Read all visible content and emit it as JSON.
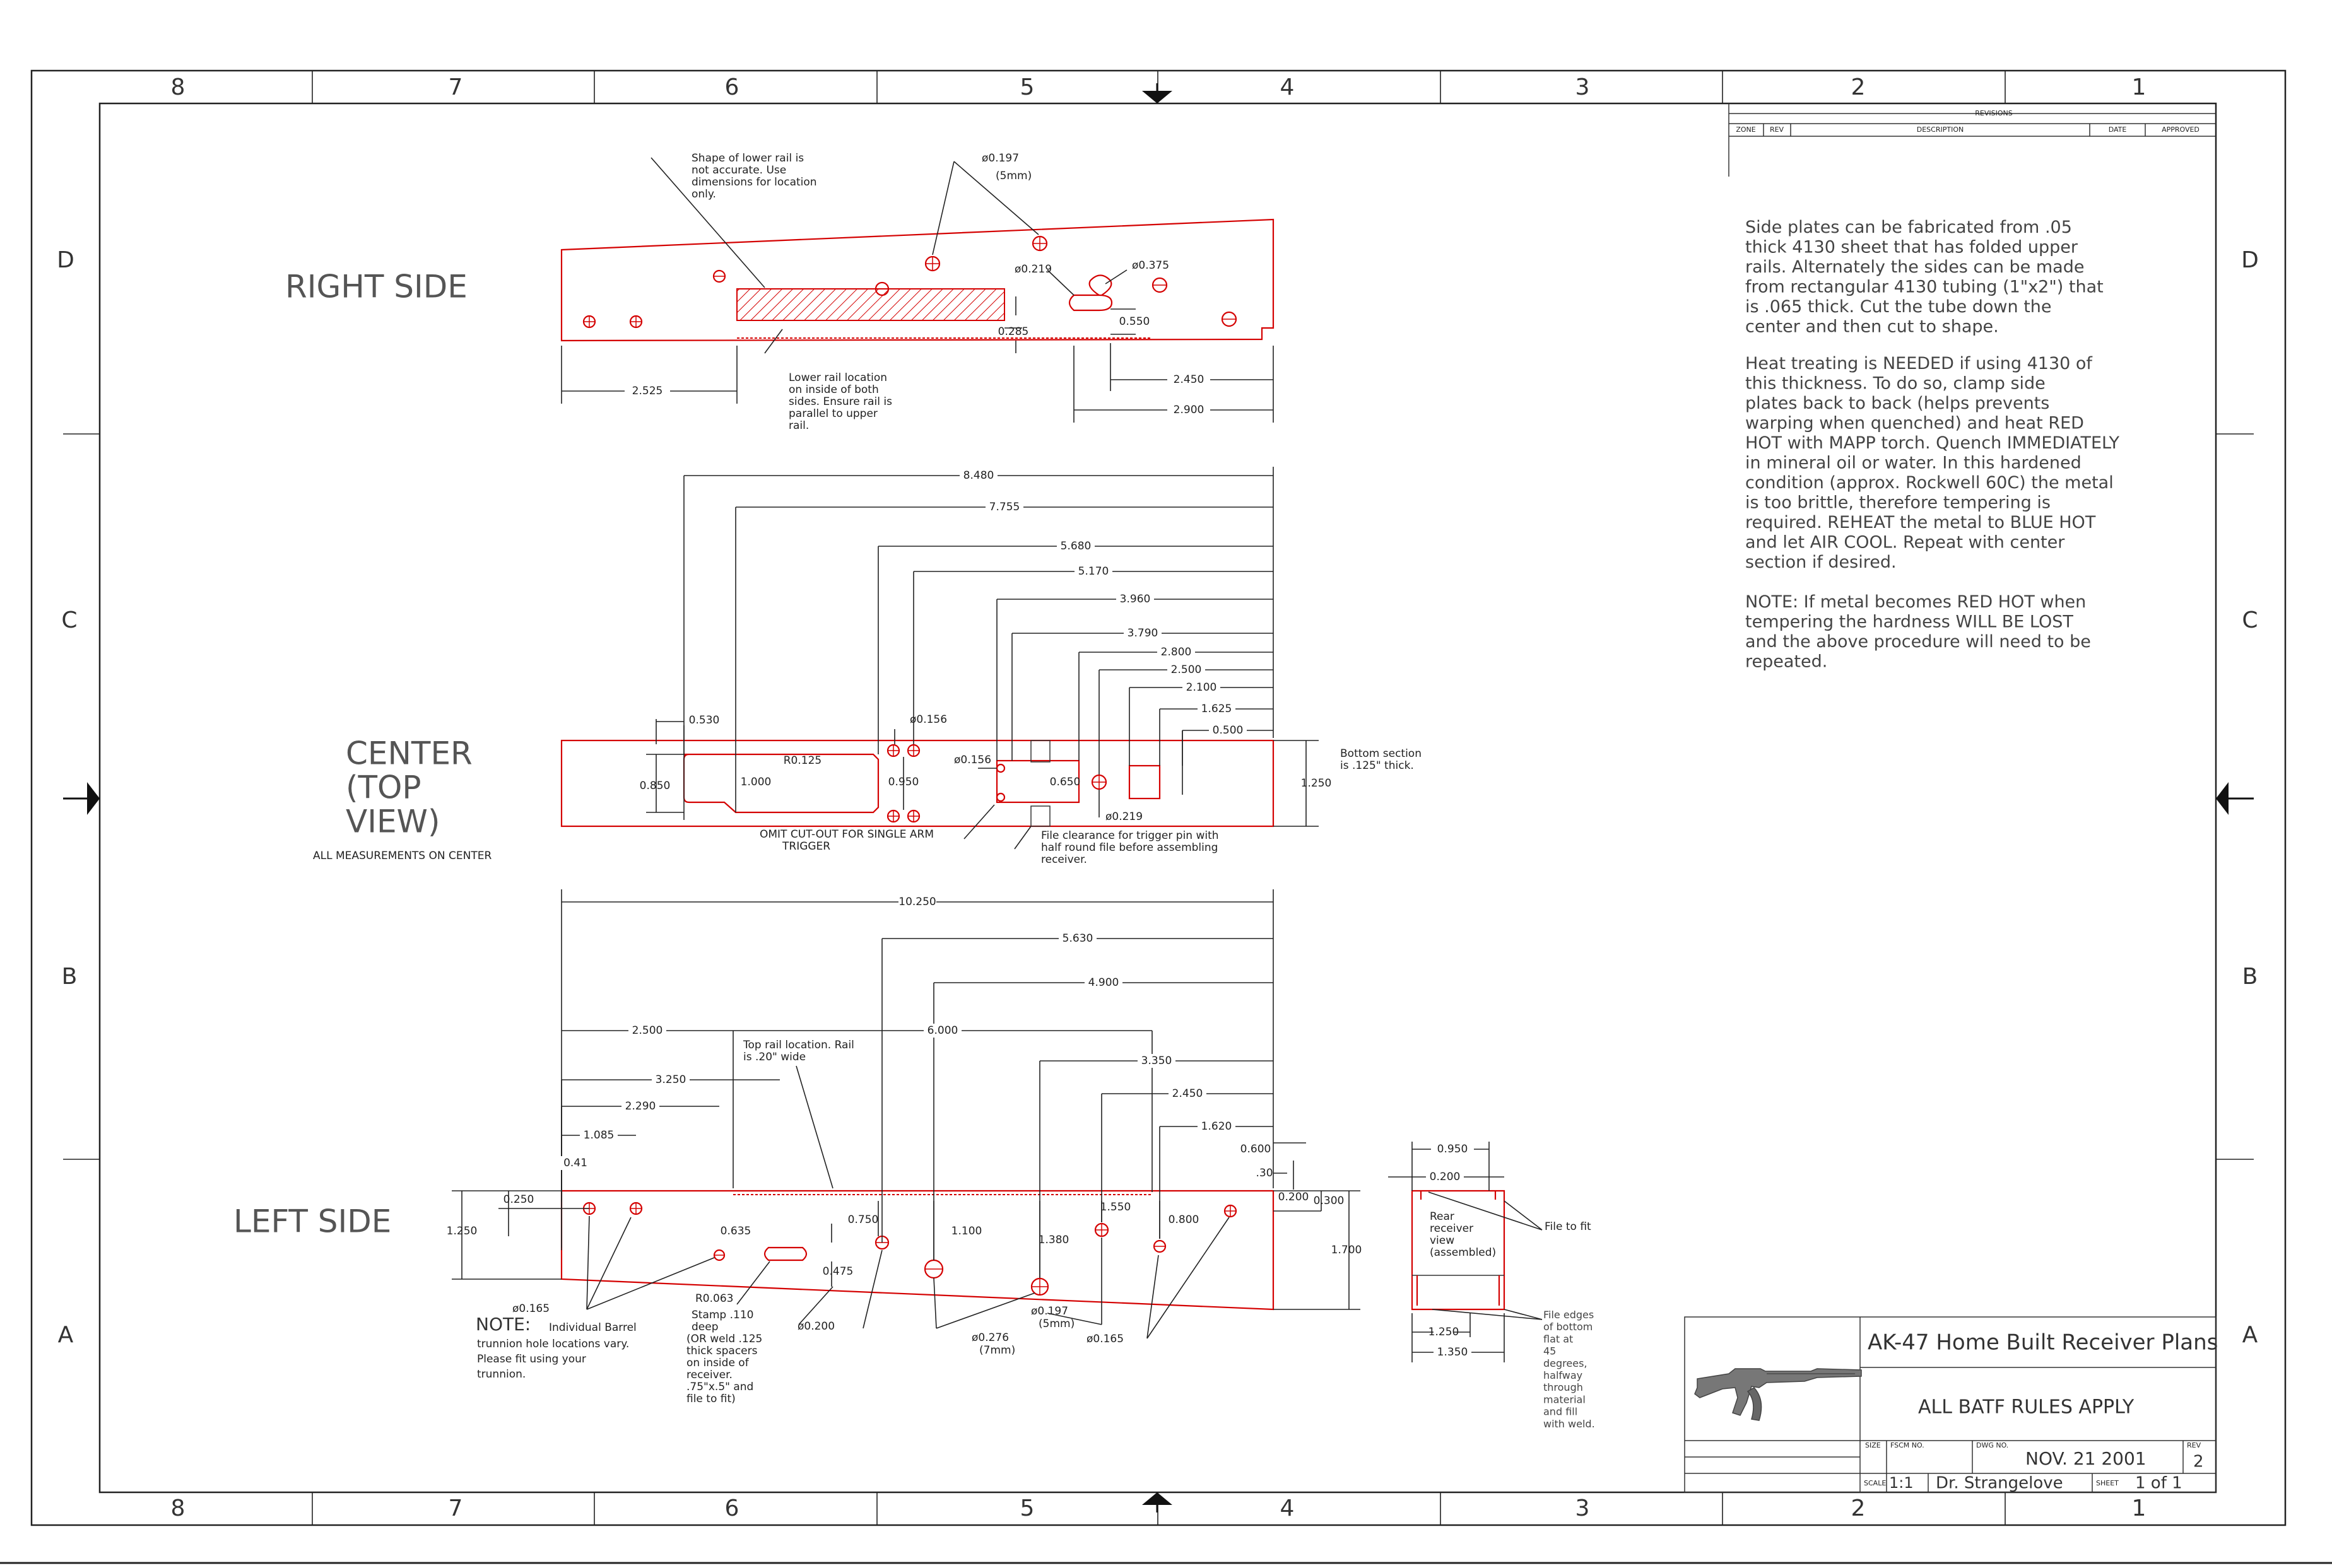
{
  "zones": {
    "columns": [
      "8",
      "7",
      "6",
      "5",
      "4",
      "3",
      "2",
      "1"
    ],
    "rows": [
      "D",
      "C",
      "B",
      "A"
    ]
  },
  "views": {
    "right_side": "RIGHT SIDE",
    "center_l1": "CENTER",
    "center_l2": "(TOP",
    "center_l3": "VIEW)",
    "center_note": "ALL MEASUREMENTS ON CENTER",
    "left_side": "LEFT SIDE"
  },
  "right_side": {
    "callout_shape": [
      "Shape of lower rail is",
      "not accurate. Use",
      "dimensions for location",
      "only."
    ],
    "hole_dia": "ø0.197",
    "hole_mm": "(5mm)",
    "dia_219": "ø0.219",
    "dia_375": "ø0.375",
    "dim_550": "0.550",
    "dim_285": "0.285",
    "callout_rail": [
      "Lower rail location",
      "on inside of both",
      "sides. Ensure rail is",
      "parallel to upper",
      "rail."
    ],
    "dim_2525": "2.525",
    "dim_2450": "2.450",
    "dim_2900": "2.900"
  },
  "center": {
    "dims": [
      "8.480",
      "7.755",
      "5.680",
      "5.170",
      "3.960",
      "3.790",
      "2.800",
      "2.500",
      "2.100",
      "1.625",
      "0.500",
      "0.530"
    ],
    "dia_156_a": "ø0.156",
    "dia_156_b": "ø0.156",
    "r_125": "R0.125",
    "dim_850": "0.850",
    "dim_1000": "1.000",
    "dim_950": "0.950",
    "dim_650": "0.650",
    "dia_219": "ø0.219",
    "dim_1250": "1.250",
    "bottom_note": [
      "Bottom section",
      "is .125\" thick."
    ],
    "omit_note": [
      "OMIT CUT-OUT FOR SINGLE ARM",
      "TRIGGER"
    ],
    "file_note": [
      "File clearance for trigger pin with",
      "half round file before assembling",
      "receiver."
    ]
  },
  "left_side": {
    "dims": [
      "10.250",
      "5.630",
      "4.900",
      "6.000",
      "2.500",
      "3.350",
      "3.250",
      "2.450",
      "2.290",
      "1.620",
      "1.085",
      "0.41"
    ],
    "top_rail_note": [
      "Top rail location. Rail",
      "is .20\" wide"
    ],
    "dim_250": "0.250",
    "dim_1250": "1.250",
    "dim_635": "0.635",
    "dim_750": "0.750",
    "dim_475": "0.475",
    "dim_1100": "1.100",
    "dim_1380": "1.380",
    "dim_1550": "1.550",
    "dim_800": "0.800",
    "dim_600": "0.600",
    "dim_30": ".30",
    "dim_200": "0.200",
    "dim_300": "0.300",
    "dim_1700": "1.700",
    "r_063": "R0.063",
    "stamp_note": [
      "Stamp .110",
      "deep",
      "(OR weld .125",
      "thick spacers",
      "on inside of",
      "receiver.",
      ".75\"x.5\" and",
      "file to fit)"
    ],
    "dia_165_a": "ø0.165",
    "dia_200": "ø0.200",
    "dia_276": "ø0.276",
    "dia_276_mm": "(7mm)",
    "dia_197": "ø0.197",
    "dia_197_mm": "(5mm)",
    "dia_165_b": "ø0.165",
    "note_head": "NOTE:",
    "note_body": [
      "Individual Barrel",
      "trunnion hole locations vary.",
      "Please fit using your",
      "trunnion."
    ]
  },
  "rear_view": {
    "dim_950": "0.950",
    "dim_200": "0.200",
    "label": [
      "Rear",
      "receiver",
      "view",
      "(assembled)"
    ],
    "file_fit": "File to fit",
    "dim_1250": "1.250",
    "dim_1350": "1.350",
    "edges_note": [
      "File edges",
      "of bottom",
      "flat at",
      "45",
      "degrees,",
      "halfway",
      "through",
      "material",
      "and fill",
      "with weld."
    ]
  },
  "notes": {
    "p1": [
      "Side plates can be fabricated from .05",
      "thick 4130 sheet that has folded upper",
      "rails. Alternately the sides can be made",
      "from rectangular 4130 tubing (1\"x2\") that",
      "is .065 thick. Cut the tube down the",
      "center and then cut to shape."
    ],
    "p2": [
      "Heat treating is NEEDED if using 4130 of",
      "this thickness. To do so, clamp side",
      "plates back to back (helps prevents",
      "warping when quenched) and heat RED",
      "HOT with MAPP torch. Quench IMMEDIATELY",
      "in mineral oil or water. In this hardened",
      "condition (approx. Rockwell 60C) the metal",
      "is too brittle, therefore tempering is",
      "required. REHEAT the metal to BLUE HOT",
      "and let AIR COOL. Repeat with center",
      "section if desired."
    ],
    "p3": [
      "NOTE: If metal becomes RED HOT when",
      "tempering the hardness WILL BE LOST",
      "and the above procedure will need to be",
      "repeated."
    ]
  },
  "revisions": {
    "title": "REVISIONS",
    "zone": "ZONE",
    "rev": "REV",
    "description": "DESCRIPTION",
    "date": "DATE",
    "approved": "APPROVED"
  },
  "title_block": {
    "title": "AK-47 Home Built Receiver Plans",
    "subtitle": "ALL BATF RULES APPLY",
    "size_label": "SIZE",
    "fscm_label": "FSCM NO.",
    "dwg_label": "DWG NO.",
    "dwg_no": "NOV. 21 2001",
    "rev_label": "REV",
    "rev": "2",
    "scale_label": "SCALE",
    "scale": "1:1",
    "author": "Dr. Strangelove",
    "sheet_label": "SHEET",
    "sheet": "1 of 1"
  },
  "colors": {
    "part_outline": "#d40000",
    "linework": "#222222"
  },
  "icons": [
    "rifle-silhouette-icon",
    "center-arrow-icon"
  ]
}
